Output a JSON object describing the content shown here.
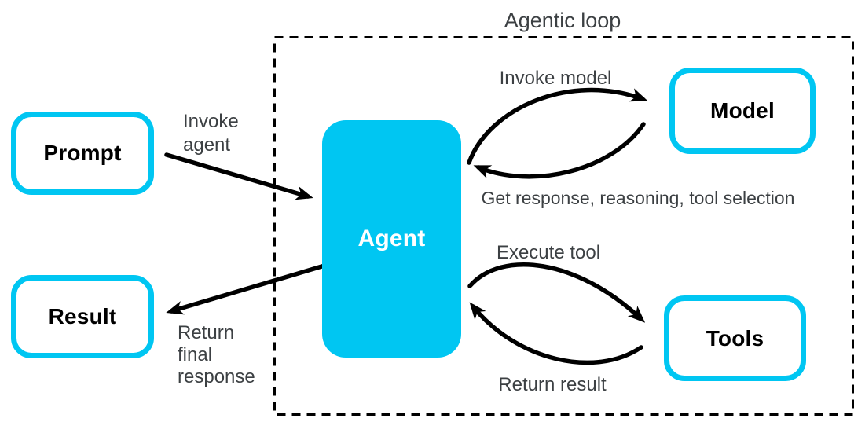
{
  "diagram": {
    "title": "Agentic loop",
    "nodes": {
      "prompt": {
        "label": "Prompt"
      },
      "result": {
        "label": "Result"
      },
      "agent": {
        "label": "Agent"
      },
      "model": {
        "label": "Model"
      },
      "tools": {
        "label": "Tools"
      }
    },
    "edges": {
      "invoke_agent": {
        "label": "Invoke agent",
        "lines": [
          "Invoke",
          "agent"
        ]
      },
      "return_final": {
        "label": "Return final response",
        "lines": [
          "Return",
          "final",
          "response"
        ]
      },
      "invoke_model": {
        "label": "Invoke model"
      },
      "get_response": {
        "label": "Get response, reasoning, tool selection"
      },
      "execute_tool": {
        "label": "Execute tool"
      },
      "return_result": {
        "label": "Return result"
      }
    }
  },
  "colors": {
    "accent": "#00C6F2",
    "arrow": "#000000",
    "text_muted": "#3C4043",
    "node_text": "#000000",
    "agent_text": "#FFFFFF"
  }
}
